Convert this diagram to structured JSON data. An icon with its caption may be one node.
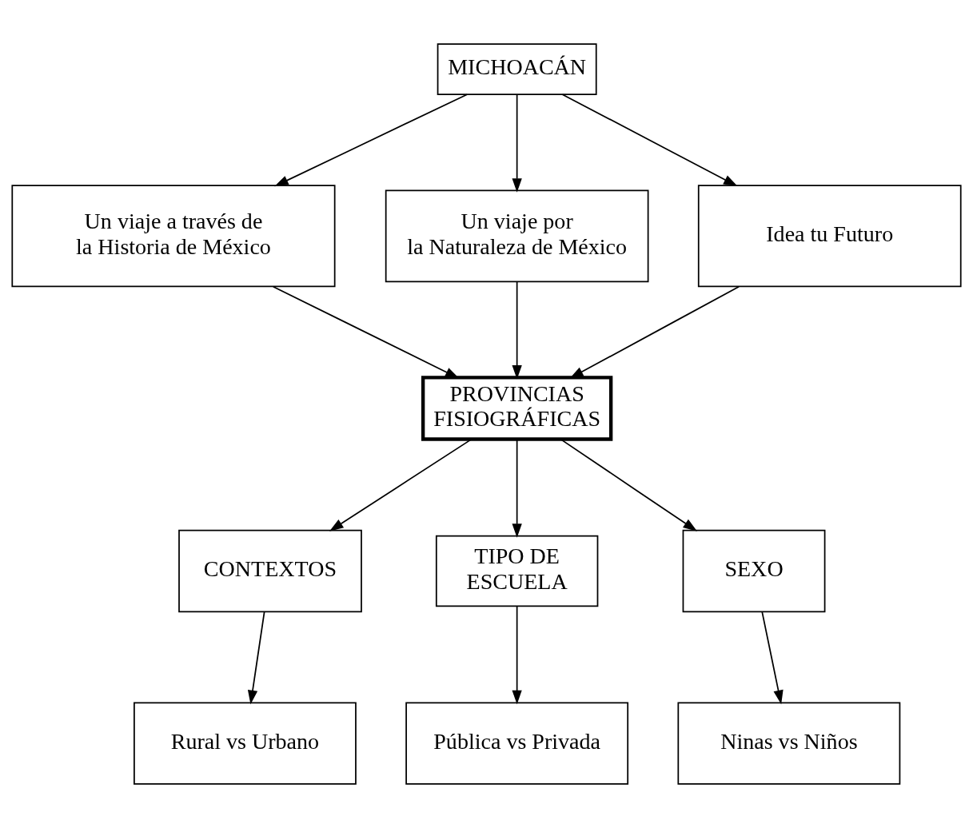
{
  "diagram": {
    "nodes": [
      {
        "text": [
          "MICHOACÁN"
        ]
      },
      {
        "text": [
          "Un viaje a través de la Historia de México"
        ]
      },
      {
        "text": [
          "Un viaje por la Naturaleza de México"
        ]
      },
      {
        "text": [
          "Idea tu Futuro"
        ]
      },
      {
        "text": [
          "PROVINCIAS FISIOGRÁFICAS"
        ]
      },
      {
        "text": [
          "CONTEXTOS"
        ]
      },
      {
        "text": [
          "TIPO DE ESCUELA"
        ]
      },
      {
        "text": [
          "SEXO"
        ]
      },
      {
        "text": [
          "Rural vs Urbano"
        ]
      },
      {
        "text": [
          "Pública vs Privada"
        ]
      },
      {
        "text": [
          "Ninas vs Niños"
        ]
      }
    ],
    "edges": [
      {
        "from": 0,
        "to": 1,
        "arrow": "to"
      },
      {
        "from": 0,
        "to": 2,
        "arrow": "to"
      },
      {
        "from": 0,
        "to": 3,
        "arrow": "to"
      },
      {
        "from": 1,
        "to": 4,
        "arrow": "to"
      },
      {
        "from": 2,
        "to": 4,
        "arrow": "to"
      },
      {
        "from": 3,
        "to": 4,
        "arrow": "to"
      },
      {
        "from": 4,
        "to": 5,
        "arrow": "to"
      },
      {
        "from": 4,
        "to": 6,
        "arrow": "to"
      },
      {
        "from": 4,
        "to": 7,
        "arrow": "to"
      },
      {
        "from": 5,
        "to": 8,
        "arrow": "to"
      },
      {
        "from": 6,
        "to": 9,
        "arrow": "to"
      },
      {
        "from": 7,
        "to": 10,
        "arrow": "to"
      }
    ]
  }
}
